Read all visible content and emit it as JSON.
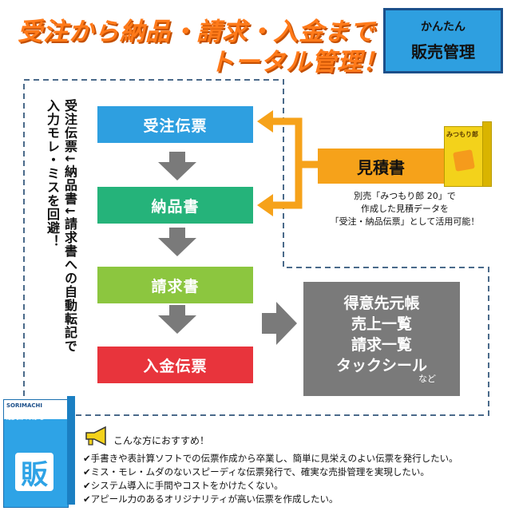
{
  "headline": {
    "line1": "受注から納品・請求・入金まで",
    "line2": "トータル管理！"
  },
  "badge": {
    "small": "かんたん",
    "big": "販売管理"
  },
  "flow": {
    "steps": [
      "受注伝票",
      "納品書",
      "請求書",
      "入金伝票"
    ],
    "colors": [
      "#2e9fe0",
      "#25b37a",
      "#8cc63f",
      "#e8343c"
    ]
  },
  "side_note": [
    "受注伝票↓納品書↓請求書への自動転記で",
    "入力モレ・ミスを回避！"
  ],
  "estimate": {
    "label": "見積書",
    "note": [
      "別売「みつもり郎 20」で",
      "作成した見積データを",
      "「受注・納品伝票」として活用可能！"
    ],
    "product_label": "みつもり郎"
  },
  "outputs": {
    "items": [
      "得意先元帳",
      "売上一覧",
      "請求一覧",
      "タックシール"
    ],
    "suffix": "など"
  },
  "product_box": {
    "brand": "SORIMACHI",
    "name": "販売がんばる19",
    "glyph": "販"
  },
  "audience": {
    "heading": "こんな方におすすめ！",
    "items": [
      "手書きや表計算ソフトでの伝票作成から卒業し、簡単に見栄えのよい伝票を発行したい。",
      "ミス・モレ・ムダのないスピーディな伝票発行で、確実な売掛管理を実現したい。",
      "システム導入に手間やコストをかけたくない。",
      "アピール力のあるオリジナリティが高い伝票を作成したい。"
    ]
  },
  "colors": {
    "accent": "#ff7a1a",
    "badge": "#2e9fe0",
    "dash": "#4a6a8a",
    "arrow_grey": "#7a7a7a",
    "estimate": "#f6a21a"
  }
}
